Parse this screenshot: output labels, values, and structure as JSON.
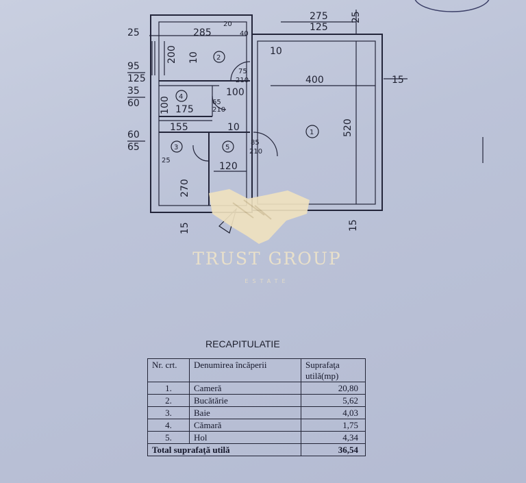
{
  "plan": {
    "dimensions": [
      "25",
      "285",
      "20",
      "40",
      "275",
      "125",
      "25",
      "200",
      "10",
      "95",
      "125",
      "10",
      "75",
      "210",
      "400",
      "15",
      "35",
      "60",
      "100",
      "100",
      "175",
      "65",
      "210",
      "520",
      "155",
      "10",
      "60",
      "65",
      "85",
      "210",
      "25",
      "120",
      "270",
      "15",
      "15"
    ],
    "rooms": [
      "2",
      "4",
      "1",
      "3",
      "5"
    ]
  },
  "watermark": {
    "brand": "TRUST GROUP",
    "sub": "ESTATE"
  },
  "recap": {
    "title": "RECAPITULATIE",
    "header": {
      "nr": "Nr. crt.",
      "name": "Denumirea încăperii",
      "area": "Suprafaţa utilă(mp)"
    },
    "rows": [
      {
        "nr": "1.",
        "name": "Cameră",
        "area": "20,80"
      },
      {
        "nr": "2.",
        "name": "Bucătărie",
        "area": "5,62"
      },
      {
        "nr": "3.",
        "name": "Baie",
        "area": "4,03"
      },
      {
        "nr": "4.",
        "name": "Cămară",
        "area": "1,75"
      },
      {
        "nr": "5.",
        "name": "Hol",
        "area": "4,34"
      }
    ],
    "total": {
      "label": "Total suprafaţă utilă",
      "area": "36,54"
    }
  }
}
